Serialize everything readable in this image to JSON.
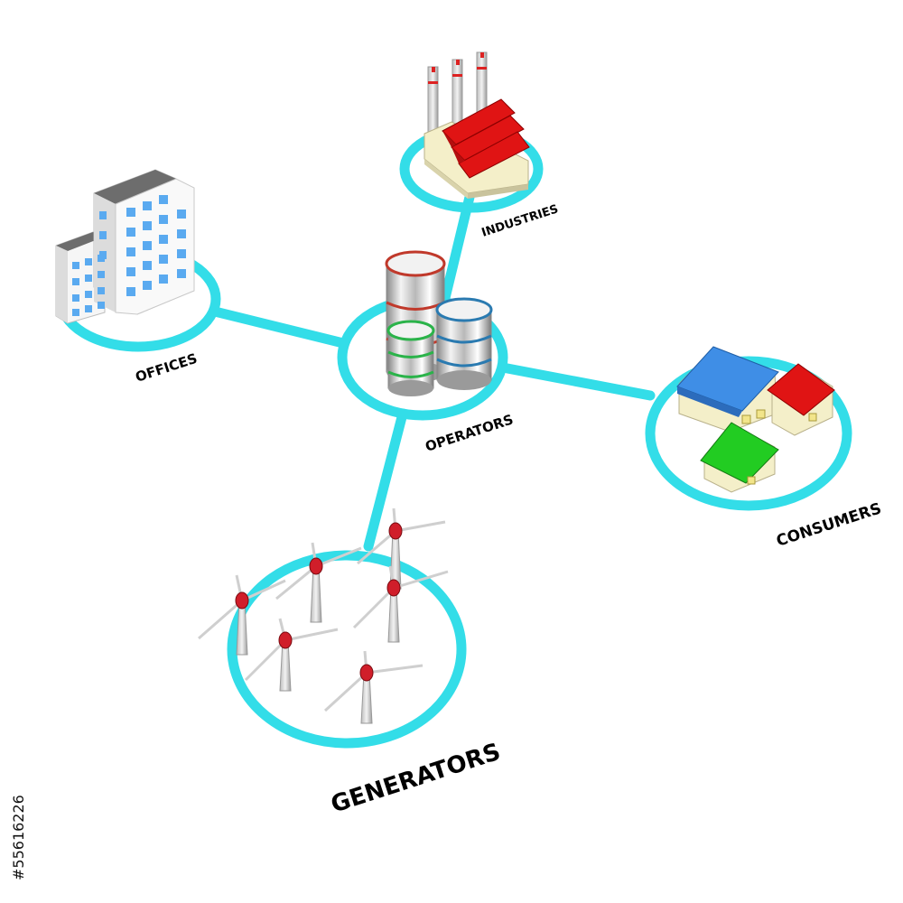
{
  "nodes": {
    "industries": "INDUSTRIES",
    "offices": "OFFICES",
    "operators": "OPERATORS",
    "consumers": "CONSUMERS",
    "generators": "GENERATORS"
  },
  "watermark_id": "#55616226",
  "colors": {
    "ring": "#33dde8",
    "link": "#33dde8",
    "roof_red": "#e01414",
    "house_blue": "#3f8ee6",
    "house_green": "#22cc22",
    "wall_cream": "#f4efc9",
    "office_roof": "#6d6d6d",
    "window_blue": "#5aaaf0"
  },
  "icons": [
    "factory-icon",
    "office-buildings-icon",
    "database-icon",
    "houses-icon",
    "wind-turbine-icon"
  ]
}
